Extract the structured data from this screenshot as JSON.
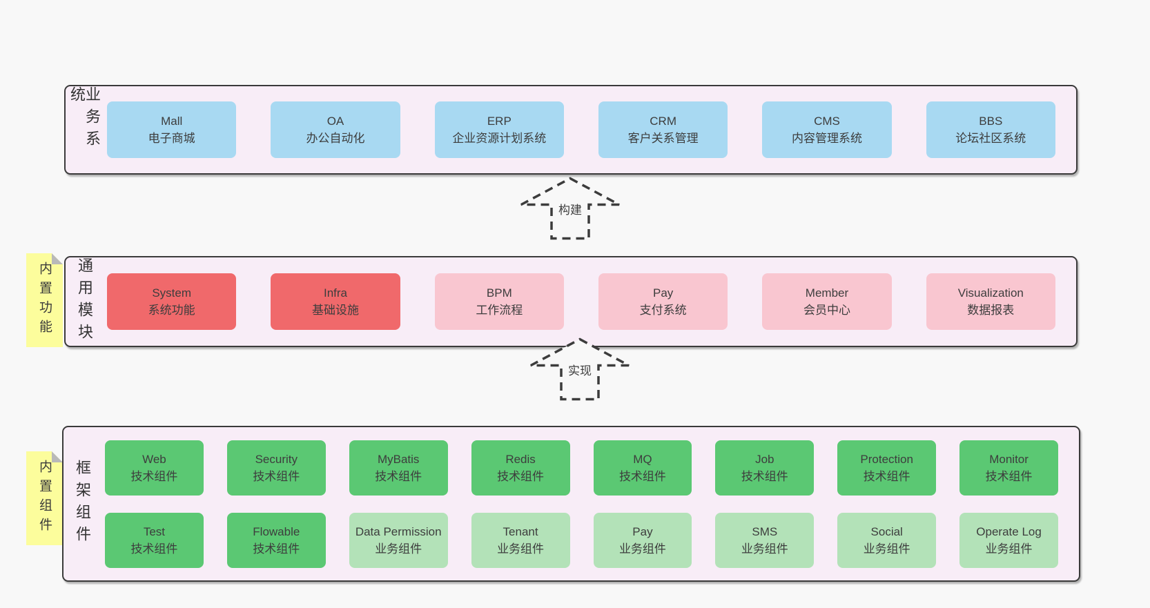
{
  "colors": {
    "page_bg": "#f8f8f8",
    "band_bg": "#f8edf7",
    "band_border": "#3a3a3a",
    "blue_box": "#a8d9f2",
    "red_box": "#f0696b",
    "pink_box": "#f9c6d0",
    "green_box": "#5bc873",
    "light_green_box": "#b3e2b8",
    "sticky_yellow": "#fcfd9c",
    "text": "#3d3d3d"
  },
  "arrows": [
    {
      "label": "构建"
    },
    {
      "label": "实现"
    }
  ],
  "bands": [
    {
      "label": "业务系统",
      "boxes": [
        {
          "title": "Mall",
          "subtitle": "电子商城",
          "variant": "blue"
        },
        {
          "title": "OA",
          "subtitle": "办公自动化",
          "variant": "blue"
        },
        {
          "title": "ERP",
          "subtitle": "企业资源计划系统",
          "variant": "blue"
        },
        {
          "title": "CRM",
          "subtitle": "客户关系管理",
          "variant": "blue"
        },
        {
          "title": "CMS",
          "subtitle": "内容管理系统",
          "variant": "blue"
        },
        {
          "title": "BBS",
          "subtitle": "论坛社区系统",
          "variant": "blue"
        }
      ]
    },
    {
      "label": "通用模块",
      "tab": "内置功能",
      "boxes": [
        {
          "title": "System",
          "subtitle": "系统功能",
          "variant": "red"
        },
        {
          "title": "Infra",
          "subtitle": "基础设施",
          "variant": "red"
        },
        {
          "title": "BPM",
          "subtitle": "工作流程",
          "variant": "pink"
        },
        {
          "title": "Pay",
          "subtitle": "支付系统",
          "variant": "pink"
        },
        {
          "title": "Member",
          "subtitle": "会员中心",
          "variant": "pink"
        },
        {
          "title": "Visualization",
          "subtitle": "数据报表",
          "variant": "pink"
        }
      ]
    },
    {
      "label": "框架组件",
      "tab": "内置组件",
      "rows": [
        [
          {
            "title": "Web",
            "subtitle": "技术组件",
            "variant": "green"
          },
          {
            "title": "Security",
            "subtitle": "技术组件",
            "variant": "green"
          },
          {
            "title": "MyBatis",
            "subtitle": "技术组件",
            "variant": "green"
          },
          {
            "title": "Redis",
            "subtitle": "技术组件",
            "variant": "green"
          },
          {
            "title": "MQ",
            "subtitle": "技术组件",
            "variant": "green"
          },
          {
            "title": "Job",
            "subtitle": "技术组件",
            "variant": "green"
          },
          {
            "title": "Protection",
            "subtitle": "技术组件",
            "variant": "green"
          },
          {
            "title": "Monitor",
            "subtitle": "技术组件",
            "variant": "green"
          }
        ],
        [
          {
            "title": "Test",
            "subtitle": "技术组件",
            "variant": "green"
          },
          {
            "title": "Flowable",
            "subtitle": "技术组件",
            "variant": "green"
          },
          {
            "title": "Data Permission",
            "subtitle": "业务组件",
            "variant": "lightgreen"
          },
          {
            "title": "Tenant",
            "subtitle": "业务组件",
            "variant": "lightgreen"
          },
          {
            "title": "Pay",
            "subtitle": "业务组件",
            "variant": "lightgreen"
          },
          {
            "title": "SMS",
            "subtitle": "业务组件",
            "variant": "lightgreen"
          },
          {
            "title": "Social",
            "subtitle": "业务组件",
            "variant": "lightgreen"
          },
          {
            "title": "Operate Log",
            "subtitle": "业务组件",
            "variant": "lightgreen"
          }
        ]
      ]
    }
  ]
}
